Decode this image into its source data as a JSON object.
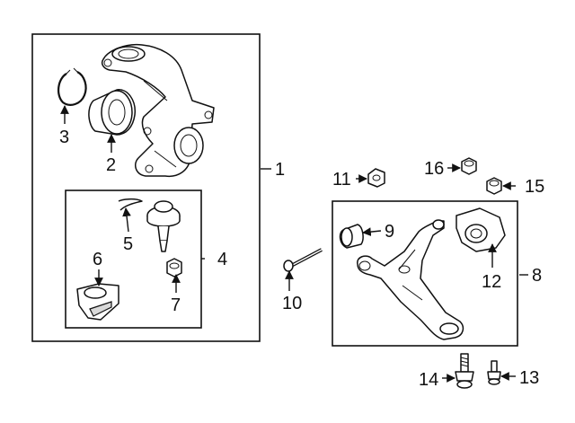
{
  "callouts": {
    "c1": "1",
    "c2": "2",
    "c3": "3",
    "c4": "4",
    "c5": "5",
    "c6": "6",
    "c7": "7",
    "c8": "8",
    "c9": "9",
    "c10": "10",
    "c11": "11",
    "c12": "12",
    "c13": "13",
    "c14": "14",
    "c15": "15",
    "c16": "16"
  },
  "colors": {
    "line": "#111111",
    "background": "#ffffff",
    "shade": "#d9d9d9"
  }
}
